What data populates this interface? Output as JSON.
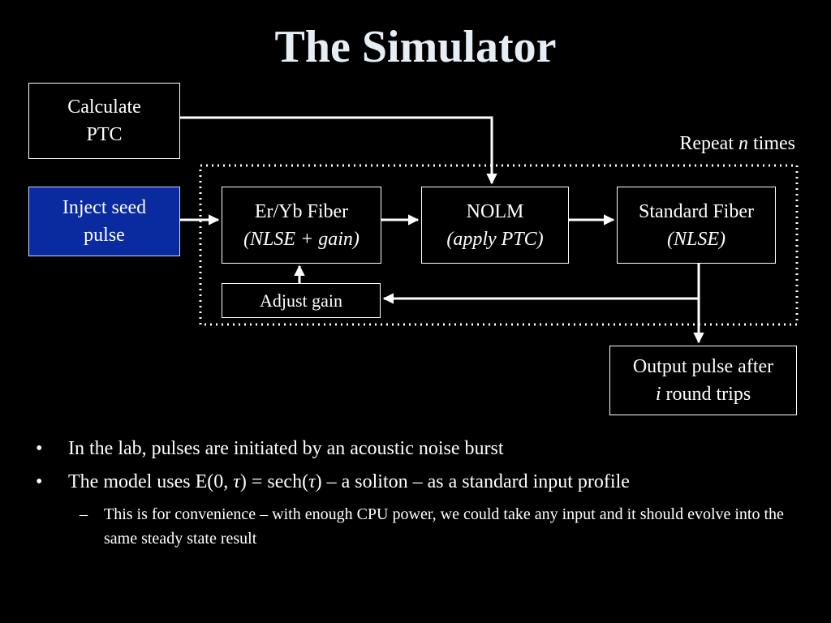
{
  "title": "The Simulator",
  "boxes": {
    "calc": {
      "line1": "Calculate",
      "line2": "PTC"
    },
    "seed": {
      "line1": "Inject seed",
      "line2": "pulse"
    },
    "fiber": {
      "line1": "Er/Yb Fiber",
      "line2": "(NLSE + gain)"
    },
    "nolm": {
      "line1": "NOLM",
      "line2": "(apply PTC)"
    },
    "std": {
      "line1": "Standard Fiber",
      "line2": "(NLSE)"
    },
    "gain": {
      "label": "Adjust gain"
    },
    "output": {
      "line1": "Output pulse after",
      "line2_var": "i",
      "line2_rest": " round trips"
    }
  },
  "repeat": {
    "prefix": "Repeat ",
    "var": "n",
    "suffix": " times"
  },
  "colors": {
    "seed_fill": "#0a2aa0",
    "title": "#e6eef5",
    "background": "#000000"
  },
  "bullets": [
    {
      "marker": "•",
      "text": "In the lab, pulses are initiated by an acoustic noise burst"
    },
    {
      "marker": "•",
      "text_before": "The model uses E(0, ",
      "tau1": "τ",
      "text_mid": ") = sech(",
      "tau2": "τ",
      "text_after": ") – a soliton – as a standard input profile"
    },
    {
      "marker": "–",
      "text": "This is for convenience – with enough CPU power, we could take any input and it should evolve into the same steady state result"
    }
  ]
}
